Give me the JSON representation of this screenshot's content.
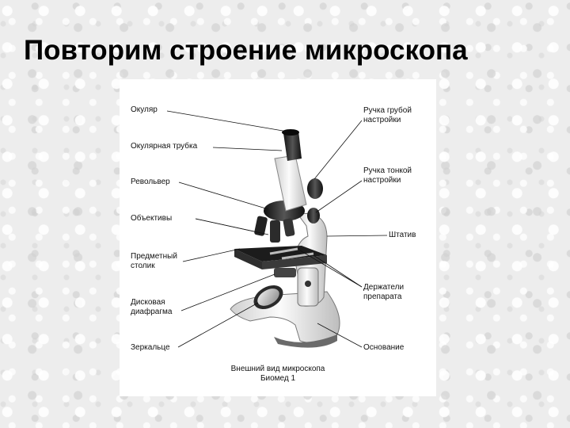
{
  "title": "Повторим строение микроскопа",
  "diagram": {
    "labels_left": {
      "eyepiece": "Окуляр",
      "eyepiece_tube": "Окулярная трубка",
      "revolver": "Револьвер",
      "objectives": "Объективы",
      "stage": "Предметный\nстолик",
      "diaphragm": "Дисковая\nдиафрагма",
      "mirror": "Зеркальце"
    },
    "labels_right": {
      "coarse_knob": "Ручка грубой\nнастройки",
      "fine_knob": "Ручка тонкой\nнастройки",
      "stand": "Штатив",
      "clips": "Держатели\nпрепарата",
      "base": "Основание"
    },
    "caption": "Внешний вид микроскопа\nБиомед 1"
  }
}
